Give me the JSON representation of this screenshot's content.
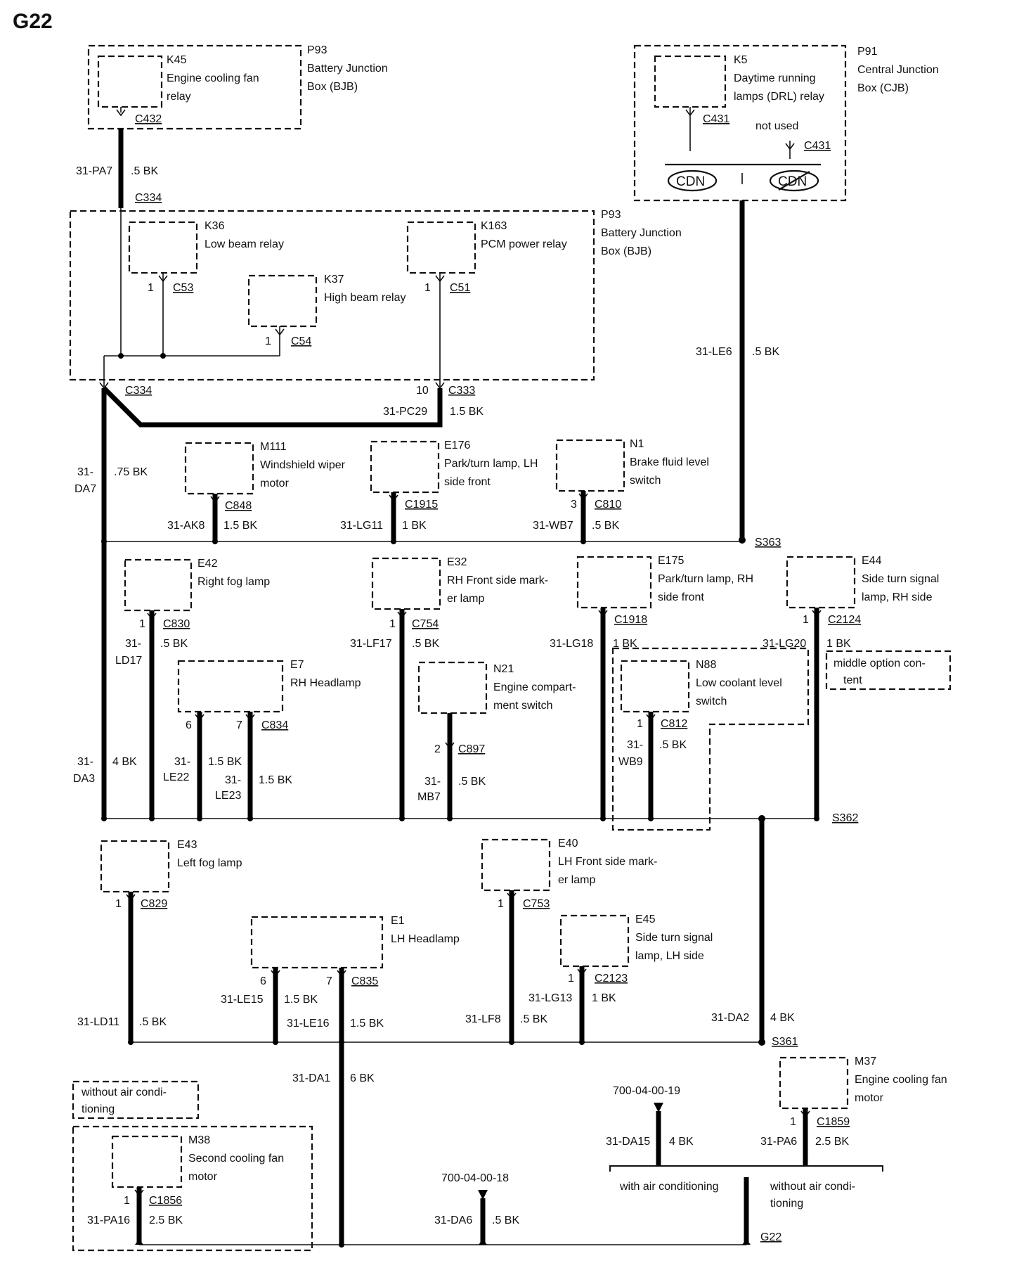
{
  "page_title": "G22",
  "components": {
    "k45": {
      "id": "K45",
      "lines": [
        "Engine cooling fan",
        "relay"
      ]
    },
    "p93_top": {
      "id": "P93",
      "lines": [
        "Battery Junction",
        "Box (BJB)"
      ]
    },
    "k5": {
      "id": "K5",
      "lines": [
        "Daytime running",
        "lamps (DRL) relay"
      ]
    },
    "p91": {
      "id": "P91",
      "lines": [
        "Central Junction",
        "Box (CJB)"
      ]
    },
    "k36": {
      "id": "K36",
      "lines": [
        "Low beam relay"
      ]
    },
    "k163": {
      "id": "K163",
      "lines": [
        "PCM power relay"
      ]
    },
    "k37": {
      "id": "K37",
      "lines": [
        "High beam relay"
      ]
    },
    "p93_mid": {
      "id": "P93",
      "lines": [
        "Battery Junction",
        "Box (BJB)"
      ]
    },
    "m111": {
      "id": "M111",
      "lines": [
        "Windshield wiper",
        "motor"
      ]
    },
    "e176": {
      "id": "E176",
      "lines": [
        "Park/turn lamp, LH",
        "side front"
      ]
    },
    "n1": {
      "id": "N1",
      "lines": [
        "Brake fluid level",
        "switch"
      ]
    },
    "e42": {
      "id": "E42",
      "lines": [
        "Right fog lamp"
      ]
    },
    "e32": {
      "id": "E32",
      "lines": [
        "RH Front side mark-",
        "er lamp"
      ]
    },
    "e175": {
      "id": "E175",
      "lines": [
        "Park/turn lamp, RH",
        "side front"
      ]
    },
    "e44": {
      "id": "E44",
      "lines": [
        "Side turn signal",
        "lamp, RH side"
      ]
    },
    "e7": {
      "id": "E7",
      "lines": [
        "RH Headlamp"
      ]
    },
    "n21": {
      "id": "N21",
      "lines": [
        "Engine compart-",
        "ment switch"
      ]
    },
    "n88": {
      "id": "N88",
      "lines": [
        "Low coolant level",
        "switch"
      ]
    },
    "e43": {
      "id": "E43",
      "lines": [
        "Left fog lamp"
      ]
    },
    "e40": {
      "id": "E40",
      "lines": [
        "LH Front side mark-",
        "er lamp"
      ]
    },
    "e1": {
      "id": "E1",
      "lines": [
        "LH Headlamp"
      ]
    },
    "e45": {
      "id": "E45",
      "lines": [
        "Side turn signal",
        "lamp, LH side"
      ]
    },
    "m37": {
      "id": "M37",
      "lines": [
        "Engine cooling fan",
        "motor"
      ]
    },
    "m38": {
      "id": "M38",
      "lines": [
        "Second cooling fan",
        "motor"
      ]
    }
  },
  "connectors": {
    "c432": "C432",
    "c334_top": "C334",
    "c334_bottom": "C334",
    "c53": "C53",
    "c51": "C51",
    "c54": "C54",
    "c333": "C333",
    "c431_a": "C431",
    "c431_b": "C431",
    "c848": "C848",
    "c1915": "C1915",
    "c810": "C810",
    "c830": "C830",
    "c754": "C754",
    "c1918": "C1918",
    "c2124": "C2124",
    "c834": "C834",
    "c897": "C897",
    "c812": "C812",
    "c829": "C829",
    "c753": "C753",
    "c835": "C835",
    "c2123": "C2123",
    "c1859": "C1859",
    "c1856": "C1856"
  },
  "pins": {
    "c53": "1",
    "c51": "1",
    "c54": "1",
    "c333": "10",
    "c810": "3",
    "c830": "1",
    "c754": "1",
    "c2124": "1",
    "c834_6": "6",
    "c834_7": "7",
    "c897": "2",
    "c812": "1",
    "c829": "1",
    "c753": "1",
    "c835_6": "6",
    "c835_7": "7",
    "c2123": "1",
    "c1859": "1",
    "c1856": "1"
  },
  "wires": {
    "pa7": {
      "circuit": "31-PA7",
      "gauge": ".5 BK"
    },
    "pc29": {
      "circuit": "31-PC29",
      "gauge": "1.5 BK"
    },
    "le6": {
      "circuit": "31-LE6",
      "gauge": ".5 BK"
    },
    "da7": {
      "circuit_l1": "31-",
      "circuit_l2": "DA7",
      "gauge": ".75 BK"
    },
    "ak8": {
      "circuit": "31-AK8",
      "gauge": "1.5 BK"
    },
    "lg11": {
      "circuit": "31-LG11",
      "gauge": "1 BK"
    },
    "wb7": {
      "circuit": "31-WB7",
      "gauge": ".5 BK"
    },
    "ld17": {
      "circuit_l1": "31-",
      "circuit_l2": "LD17",
      "gauge": ".5 BK"
    },
    "lf17": {
      "circuit": "31-LF17",
      "gauge": ".5 BK"
    },
    "lg18": {
      "circuit": "31-LG18",
      "gauge": "1 BK"
    },
    "lg20": {
      "circuit": "31-LG20",
      "gauge": "1 BK"
    },
    "da3": {
      "circuit_l1": "31-",
      "circuit_l2": "DA3",
      "gauge": "4 BK"
    },
    "le22": {
      "circuit_l1": "31-",
      "circuit_l2": "LE22",
      "gauge": "1.5 BK"
    },
    "le23": {
      "circuit_l1": "31-",
      "circuit_l2": "LE23",
      "gauge": "1.5 BK"
    },
    "mb7": {
      "circuit_l1": "31-",
      "circuit_l2": "MB7",
      "gauge": ".5 BK"
    },
    "wb9": {
      "circuit_l1": "31-",
      "circuit_l2": "WB9",
      "gauge": ".5 BK"
    },
    "ld11": {
      "circuit": "31-LD11",
      "gauge": ".5 BK"
    },
    "le15": {
      "circuit": "31-LE15",
      "gauge": "1.5 BK"
    },
    "le16": {
      "circuit": "31-LE16",
      "gauge": "1.5 BK"
    },
    "lf8": {
      "circuit": "31-LF8",
      "gauge": ".5 BK"
    },
    "lg13": {
      "circuit": "31-LG13",
      "gauge": "1 BK"
    },
    "da2": {
      "circuit": "31-DA2",
      "gauge": "4 BK"
    },
    "da1": {
      "circuit": "31-DA1",
      "gauge": "6 BK"
    },
    "da15": {
      "circuit": "31-DA15",
      "gauge": "4 BK"
    },
    "pa6": {
      "circuit": "31-PA6",
      "gauge": "2.5 BK"
    },
    "pa16": {
      "circuit": "31-PA16",
      "gauge": "2.5 BK"
    },
    "da6": {
      "circuit": "31-DA6",
      "gauge": ".5 BK"
    }
  },
  "splices": {
    "s363": "S363",
    "s362": "S362",
    "s361": "S361"
  },
  "ground": "G22",
  "references": {
    "ref19": "700-04-00-19",
    "ref18": "700-04-00-18"
  },
  "notes": {
    "not_used": "not used",
    "cdn": "CDN",
    "middle_option": [
      "middle option con-",
      "tent"
    ],
    "without_ac_top": [
      "without air condi-",
      "tioning"
    ],
    "with_ac": "with air conditioning",
    "without_ac_bottom": [
      "without air condi-",
      "tioning"
    ]
  }
}
